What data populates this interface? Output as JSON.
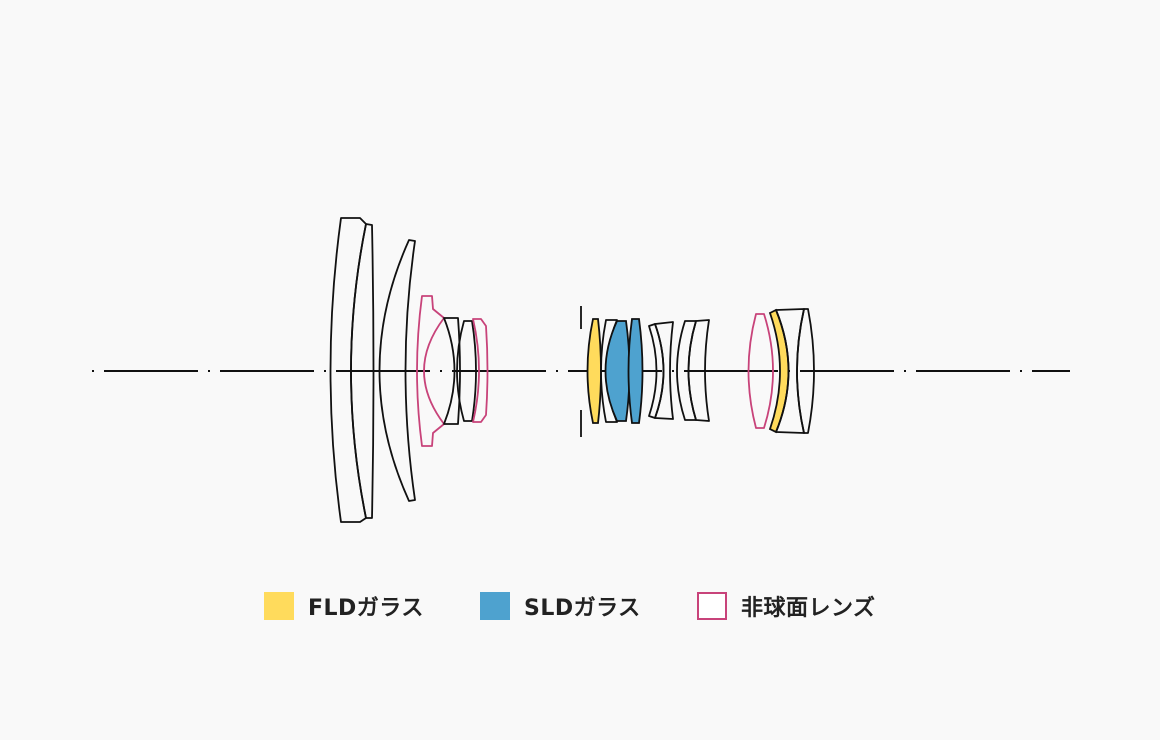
{
  "legend": [
    {
      "label": "FLDガラス",
      "color": "#ffdb5c",
      "kind": "fill"
    },
    {
      "label": "SLDガラス",
      "color": "#4ea2cf",
      "kind": "fill"
    },
    {
      "label": "非球面レンズ",
      "color": "#c8437a",
      "kind": "outline"
    }
  ]
}
